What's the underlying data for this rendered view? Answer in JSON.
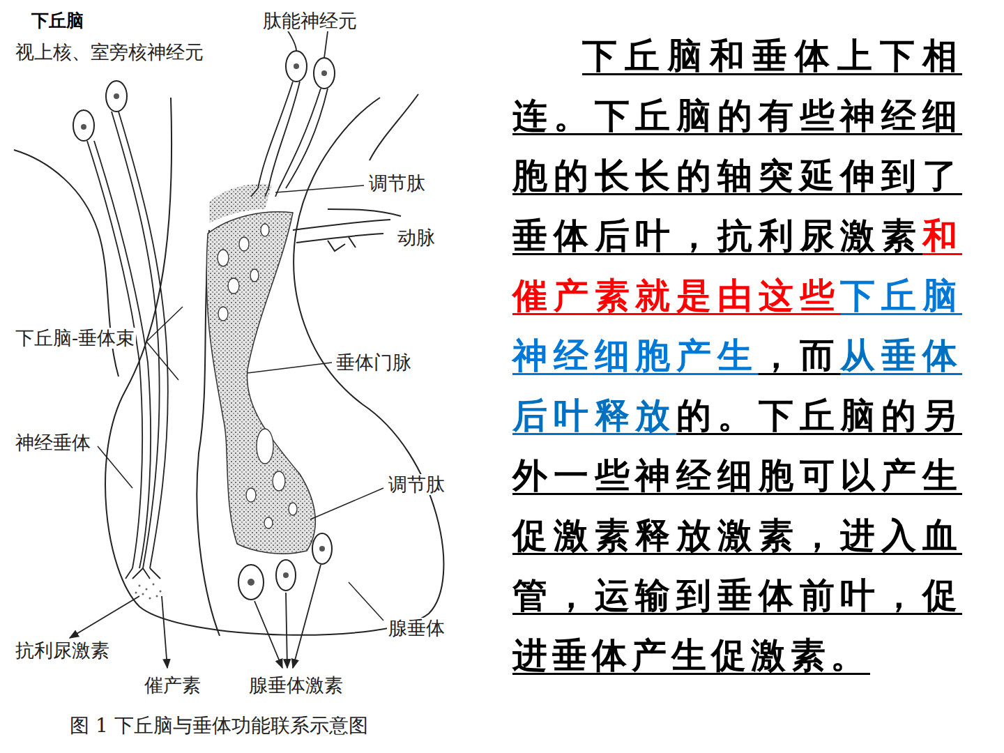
{
  "diagram": {
    "title": "下丘脑",
    "caption": "图 1 下丘脑与垂体功能联系示意图",
    "labels": [
      "视上核、室旁核神经元",
      "肽能神经元",
      "调节肽",
      "动脉",
      "下丘脑-垂体束",
      "垂体门脉",
      "神经垂体",
      "调节肽",
      "腺垂体",
      "抗利尿激素",
      "催产素",
      "腺垂体激素",
      "下丘脑和垂体上下相连。下丘脑的有些神经细胞的长长的轴突延伸到了垂体后叶，",
      "抗利尿激素",
      "和催产素就是由这些",
      "下丘脑神经细胞产生",
      "，而",
      "从垂体后叶释放",
      "的。下丘脑的另外一些神经细胞可以产生促激素释放激素，进入血管，运输到垂体前叶，促进垂体产生促激素。"
    ]
  }
}
